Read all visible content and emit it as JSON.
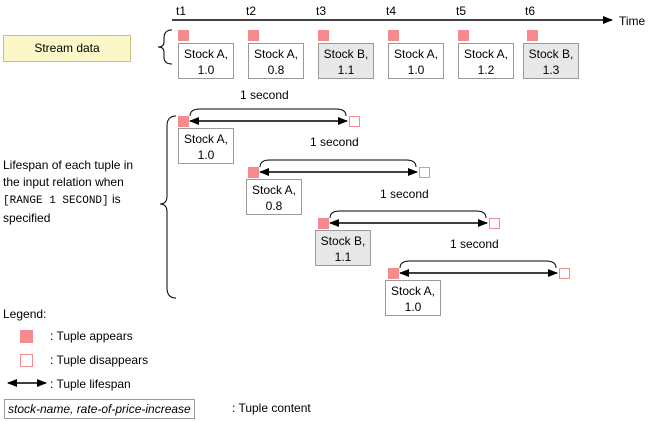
{
  "timeline": {
    "axis_label": "Time",
    "ticks": [
      "t1",
      "t2",
      "t3",
      "t4",
      "t5",
      "t6"
    ]
  },
  "stream_label": "Stream data",
  "stream_tuples": [
    {
      "name": "Stock A,",
      "value": "1.0"
    },
    {
      "name": "Stock A,",
      "value": "0.8"
    },
    {
      "name": "Stock B,",
      "value": "1.1"
    },
    {
      "name": "Stock A,",
      "value": "1.0"
    },
    {
      "name": "Stock A,",
      "value": "1.2"
    },
    {
      "name": "Stock B,",
      "value": "1.3"
    }
  ],
  "lifespan_description": {
    "line1": "Lifespan of each tuple in",
    "line2": "the input relation when",
    "code": "[RANGE 1 SECOND]",
    "line3_suffix": " is",
    "line4": "specified"
  },
  "lifespans": [
    {
      "label": "1 second",
      "name": "Stock A,",
      "value": "1.0"
    },
    {
      "label": "1 second",
      "name": "Stock A,",
      "value": "0.8"
    },
    {
      "label": "1 second",
      "name": "Stock B,",
      "value": "1.1"
    },
    {
      "label": "1 second",
      "name": "Stock A,",
      "value": "1.0"
    }
  ],
  "legend": {
    "title": "Legend:",
    "appears": ": Tuple appears",
    "disappears": ": Tuple disappears",
    "lifespan": ": Tuple lifespan",
    "content_box": "stock-name, rate-of-price-increase",
    "content": ": Tuple content"
  },
  "colors": {
    "appear": "#f58b8f",
    "grey_tuple": "#e8e8e8",
    "stream_label_bg": "#fbf7c8"
  }
}
